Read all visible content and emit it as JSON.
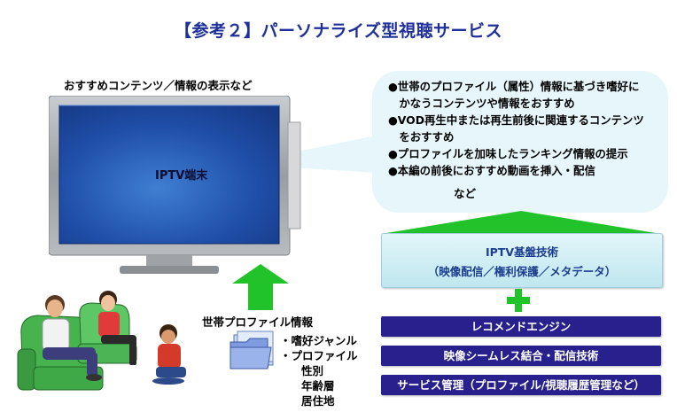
{
  "title": "【参考２】パーソナライズ型視聴サービス",
  "tv_caption": "おすすめコンテンツ／情報の表示など",
  "tv_label": "IPTV端末",
  "bubble": {
    "items": [
      "●世帯のプロファイル（属性）情報に基づき嗜好に",
      "　かなうコンテンツや情報をおすすめ",
      "●VOD再生中または再生前後に関連するコンテンツ",
      "　をおすすめ",
      "●プロファイルを加味したランキング情報の提示",
      "●本編の前後におすすめ動画を挿入・配信"
    ],
    "etc": "など"
  },
  "platform": {
    "line1": "IPTV基盤技術",
    "line2": "（映像配信／権利保護／メタデータ）"
  },
  "plus_sign": "+",
  "tech_bars": [
    "レコメンドエンジン",
    "映像シームレス結合・配信技術",
    "サービス管理（プロファイル/視聴履歴管理など）"
  ],
  "household_label": "世帯プロファイル情報",
  "profile": {
    "items": [
      "・嗜好ジャンル",
      "・プロファイル"
    ],
    "sub_items": [
      "性別",
      "年齢層",
      "居住地"
    ]
  },
  "colors": {
    "title": "#1f2f9c",
    "bar": "#28208c",
    "arrow": "#22c22a",
    "bubble": "#e6f6fb",
    "screen": "#1f4ea8"
  }
}
